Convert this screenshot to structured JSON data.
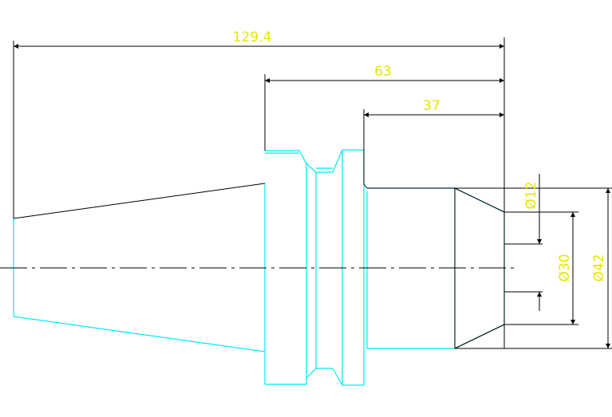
{
  "colors": {
    "background": "#ffffff",
    "outline": "#00e8f4",
    "dimension_line": "#000000",
    "dimension_text": "#e6e600"
  },
  "dimensions": {
    "overall_length": "129.4",
    "flange_to_end": "63",
    "shank_length": "37",
    "bore_diameter": "Ø12",
    "pilot_diameter": "Ø30",
    "shank_diameter": "Ø42"
  }
}
